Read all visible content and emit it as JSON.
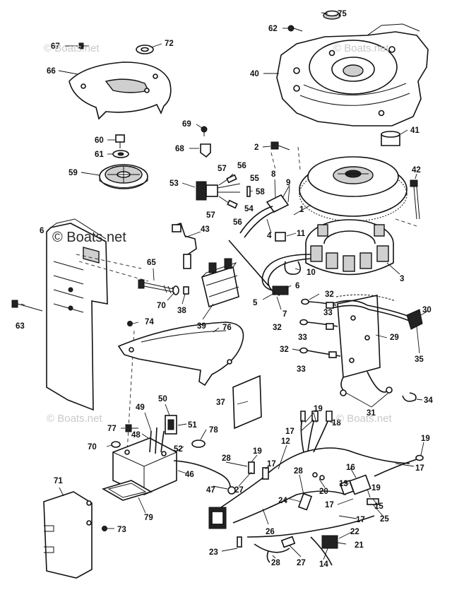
{
  "watermarks": [
    {
      "id": "wm1",
      "text": "© Boats.net"
    },
    {
      "id": "wm2",
      "text": "© Boats.net"
    },
    {
      "id": "wm3",
      "text": "© Boats.net"
    },
    {
      "id": "wm4",
      "text": "© Boats.net"
    },
    {
      "id": "wm5",
      "text": "© Boats.net"
    }
  ],
  "callouts": {
    "c75": "75",
    "c62": "62",
    "c40": "40",
    "c67": "67",
    "c72": "72",
    "c66": "66",
    "c69": "69",
    "c68": "68",
    "c60": "60",
    "c61": "61",
    "c59": "59",
    "c2": "2",
    "c41": "41",
    "c42": "42",
    "c57a": "57",
    "c56a": "56",
    "c55": "55",
    "c53": "53",
    "c58": "58",
    "c8": "8",
    "c9": "9",
    "c57b": "57",
    "c54": "54",
    "c56b": "56",
    "c1": "1",
    "c4": "4",
    "c11": "11",
    "c3": "3",
    "c10": "10",
    "c6a": "6",
    "c43": "43",
    "c65": "65",
    "c5": "5",
    "c7": "7",
    "c6b": "6",
    "c70a": "70",
    "c38": "38",
    "c39": "39",
    "c63": "63",
    "c74": "74",
    "c76": "76",
    "c32a": "32",
    "c33a": "33",
    "c30": "30",
    "c32b": "32",
    "c33b": "33",
    "c29": "29",
    "c32c": "32",
    "c33c": "33",
    "c35": "35",
    "c37": "37",
    "c50": "50",
    "c49": "49",
    "c48": "48",
    "c77": "77",
    "c51": "51",
    "c78": "78",
    "c70b": "70",
    "c52": "52",
    "c34": "34",
    "c31": "31",
    "c19a": "19",
    "c18": "18",
    "c17a": "17",
    "c12": "12",
    "c19b": "19",
    "c28a": "28",
    "c19c": "19",
    "c17b": "17",
    "c46": "46",
    "c47": "47",
    "c27a": "27",
    "c28b": "28",
    "c20": "20",
    "c16": "16",
    "c13": "13",
    "c19d": "19",
    "c17c": "17",
    "c17d": "17",
    "c15": "15",
    "c25": "25",
    "c24": "24",
    "c71": "71",
    "c79": "79",
    "c73": "73",
    "c26": "26",
    "c17e": "17",
    "c22": "22",
    "c21": "21",
    "c23": "23",
    "c28c": "28",
    "c27b": "27",
    "c14": "14"
  },
  "colors": {
    "line": "#111111",
    "background": "#ffffff",
    "watermark": "#c9c9c9"
  }
}
